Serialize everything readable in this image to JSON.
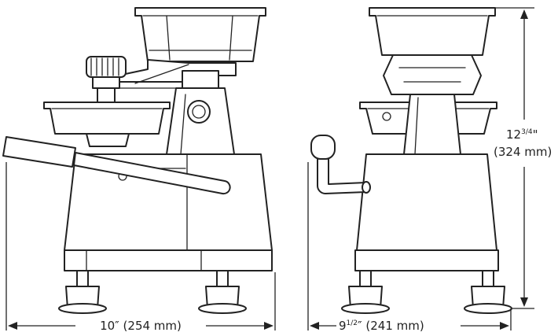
{
  "dimensions": {
    "width": {
      "main": "10″ (254 mm)"
    },
    "depth": {
      "whole": "9",
      "fraction": "1/2",
      "rest": "″ (241 mm)"
    },
    "height": {
      "whole": "12",
      "fraction": "3/4",
      "inch_mark": "\"",
      "metric": "(324 mm)"
    }
  }
}
